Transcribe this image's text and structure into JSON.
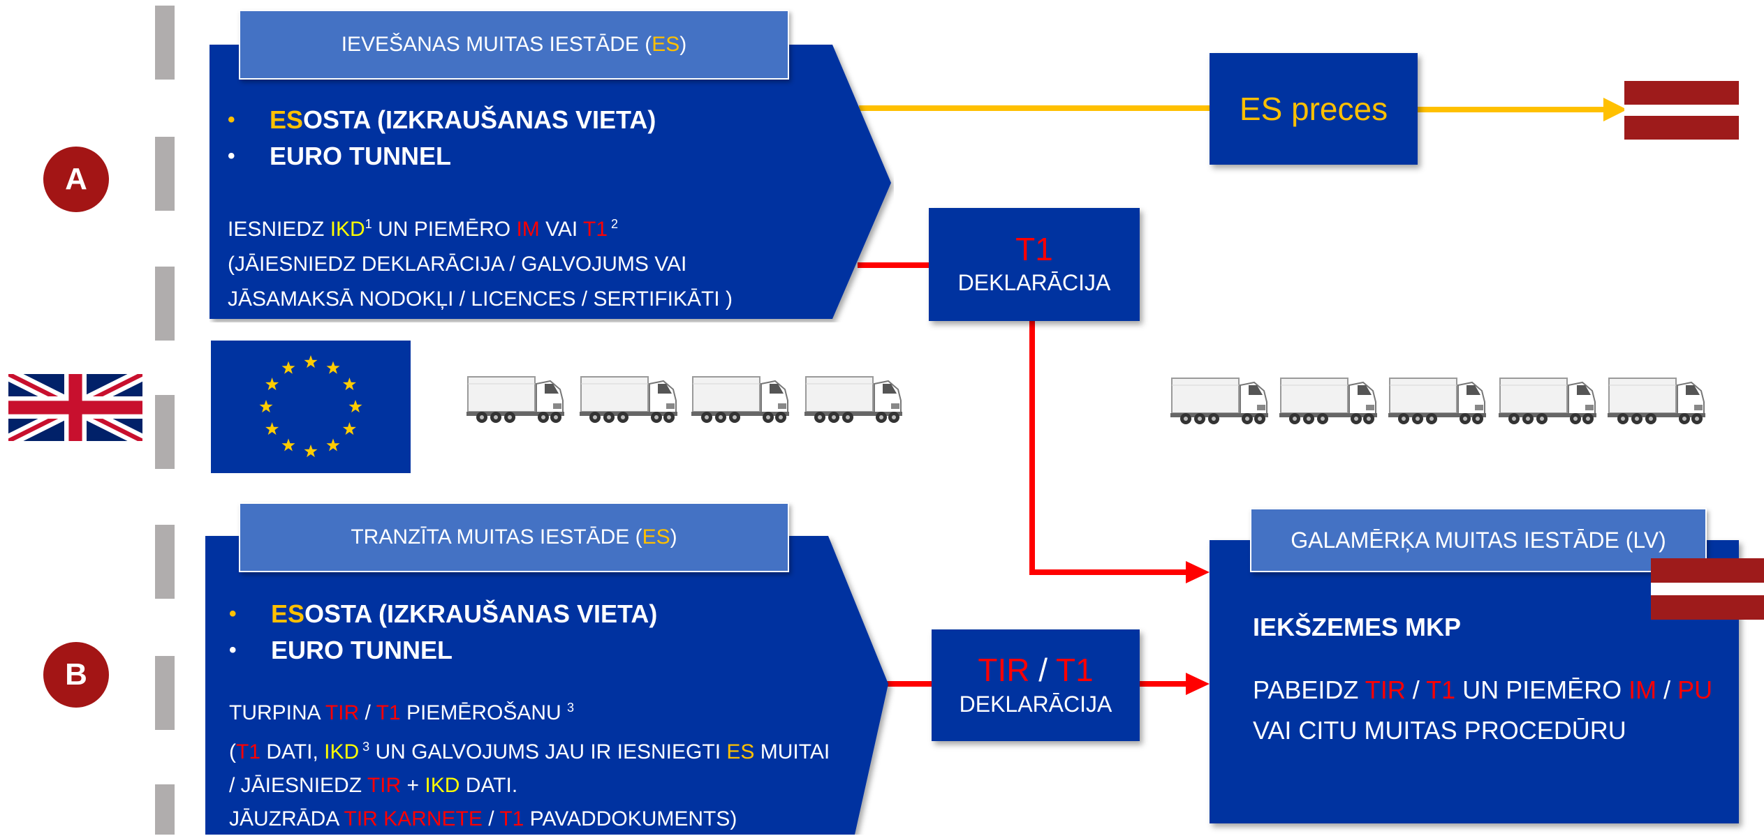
{
  "markers": {
    "a": "A",
    "b": "B"
  },
  "import_office": {
    "tab_prefix": "IEVEŠANAS MUITAS IESTĀDE (",
    "tab_highlight": "ES",
    "tab_suffix": ")",
    "bullet1_highlight": "ES",
    "bullet1_text": " OSTA (IZKRAUŠANAS VIETA)",
    "bullet2_text": "EURO TUNNEL",
    "line1_a": "IESNIEDZ ",
    "line1_ikd": "IKD",
    "line1_sup1": "1",
    "line1_b": " UN PIEMĒRO ",
    "line1_im": "IM",
    "line1_c": " VAI  ",
    "line1_t1": "T1",
    "line1_sup2": " 2",
    "line2": "(JĀIESNIEDZ DEKLARĀCIJA / GALVOJUMS VAI",
    "line3": "JĀSAMAKSĀ NODOKĻI / LICENCES / SERTIFIKĀTI )"
  },
  "es_preces": {
    "label": "ES preces"
  },
  "t1_declaration": {
    "code": "T1",
    "label": "DEKLARĀCIJA"
  },
  "transit_office": {
    "tab_prefix": "TRANZĪTA MUITAS IESTĀDE (",
    "tab_highlight": "ES",
    "tab_suffix": ")",
    "bullet1_highlight": "ES",
    "bullet1_text": " OSTA (IZKRAUŠANAS VIETA)",
    "bullet2_text": "EURO TUNNEL",
    "line1_a": "TURPINA ",
    "line1_tir": "TIR",
    "line1_sep": " / ",
    "line1_t1": "T1",
    "line1_b": "  PIEMĒROŠANU ",
    "line1_sup": "3",
    "line2_a": "(",
    "line2_t1": "T1",
    "line2_b": " DATI, ",
    "line2_ikd": "IKD",
    "line2_sup": " 3",
    "line2_c": " UN GALVOJUMS JAU IR IESNIEGTI ",
    "line2_es": "ES",
    "line2_d": " MUITAI",
    "line3_a": "/ JĀIESNIEDZ ",
    "line3_tir": "TIR",
    "line3_b": " + ",
    "line3_ikd": "IKD",
    "line3_c": " DATI.",
    "line4_a": "JĀUZRĀDA ",
    "line4_tir": "TIR KARNETE",
    "line4_sep": " / ",
    "line4_t1": "T1",
    "line4_b": " PAVADDOKUMENTS)"
  },
  "tir_t1_declaration": {
    "code_tir": "TIR",
    "code_sep": " / ",
    "code_t1": "T1",
    "label": "DEKLARĀCIJA"
  },
  "destination_office": {
    "tab": "GALAMĒRĶA MUITAS IESTĀDE (LV)",
    "heading": "IEKŠZEMES MKP",
    "line1_a": "PABEIDZ ",
    "line1_tir": "TIR",
    "line1_sep": " / ",
    "line1_t1": "T1",
    "line1_b": " UN PIEMĒRO ",
    "line1_im": "IM",
    "line1_sep2": " / ",
    "line1_pu": "PU",
    "line2": "VAI CITU MUITAS PROCEDŪRU"
  },
  "colors": {
    "eu_blue": "#0033a0",
    "tab_blue": "#4472c4",
    "highlight_orange": "#ffc000",
    "highlight_yellow": "#ffff00",
    "flow_red": "#ff0000",
    "flow_yellow": "#ffc000",
    "marker_red": "#a31515",
    "latvia_carmine": "#9e1b1b"
  },
  "icons": [
    "uk-flag-icon",
    "eu-flag-icon",
    "latvia-flag-icon",
    "truck-icon"
  ]
}
